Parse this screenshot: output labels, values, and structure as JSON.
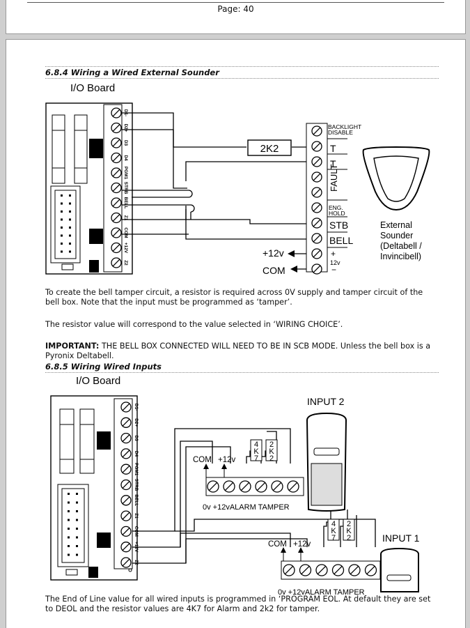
{
  "page": {
    "label": "Page: 40"
  },
  "section1": {
    "heading": "6.8.4 Wiring a Wired External Sounder",
    "board_title": "I/O Board",
    "board_terminals": [
      "D1-",
      "D2+",
      "D3",
      "D4",
      "PGM1",
      "STRB",
      "BELL",
      "Z1",
      "COM",
      "+12V",
      "Z2"
    ],
    "resistor_label": "2K2",
    "bell_terminals": [
      "BACKLIGHT DISABLE",
      "T",
      "T",
      "FAULT",
      "ENG. HOLD",
      "STB",
      "BELL",
      "+",
      "12v",
      "−"
    ],
    "supply_12v": "+12v",
    "supply_com": "COM",
    "sounder_label": [
      "External",
      "Sounder",
      "(Deltabell /",
      "Invincibell)"
    ]
  },
  "para1": "To create the bell tamper circuit, a resistor is required across 0V supply and tamper circuit of the bell box. Note that the input must be programmed as ‘tamper’.",
  "para2": "The resistor value will correspond to the value selected in ‘WIRING CHOICE’.",
  "para3": {
    "bold": "IMPORTANT:",
    "text": " THE BELL BOX CONNECTED WILL NEED TO BE IN SCB MODE. Unless the bell box is a Pyronix Deltabell."
  },
  "section2": {
    "heading": "6.8.5 Wiring Wired Inputs",
    "board_title": "I/O Board",
    "input2_label": "INPUT 2",
    "input1_label": "INPUT 1",
    "resistor_4k7": [
      "4",
      "K",
      "7"
    ],
    "resistor_2k2": [
      "2",
      "K",
      "2"
    ],
    "com_label": "COM",
    "plus12_label": "+12v",
    "terminal_caption": "0v +12vALARM TAMPER"
  },
  "para4": "The End of Line value for all wired inputs is programmed in ‘PROGRAM EOL. At default they are set to DEOL and the resistor values are 4K7 for Alarm and 2k2 for tamper."
}
